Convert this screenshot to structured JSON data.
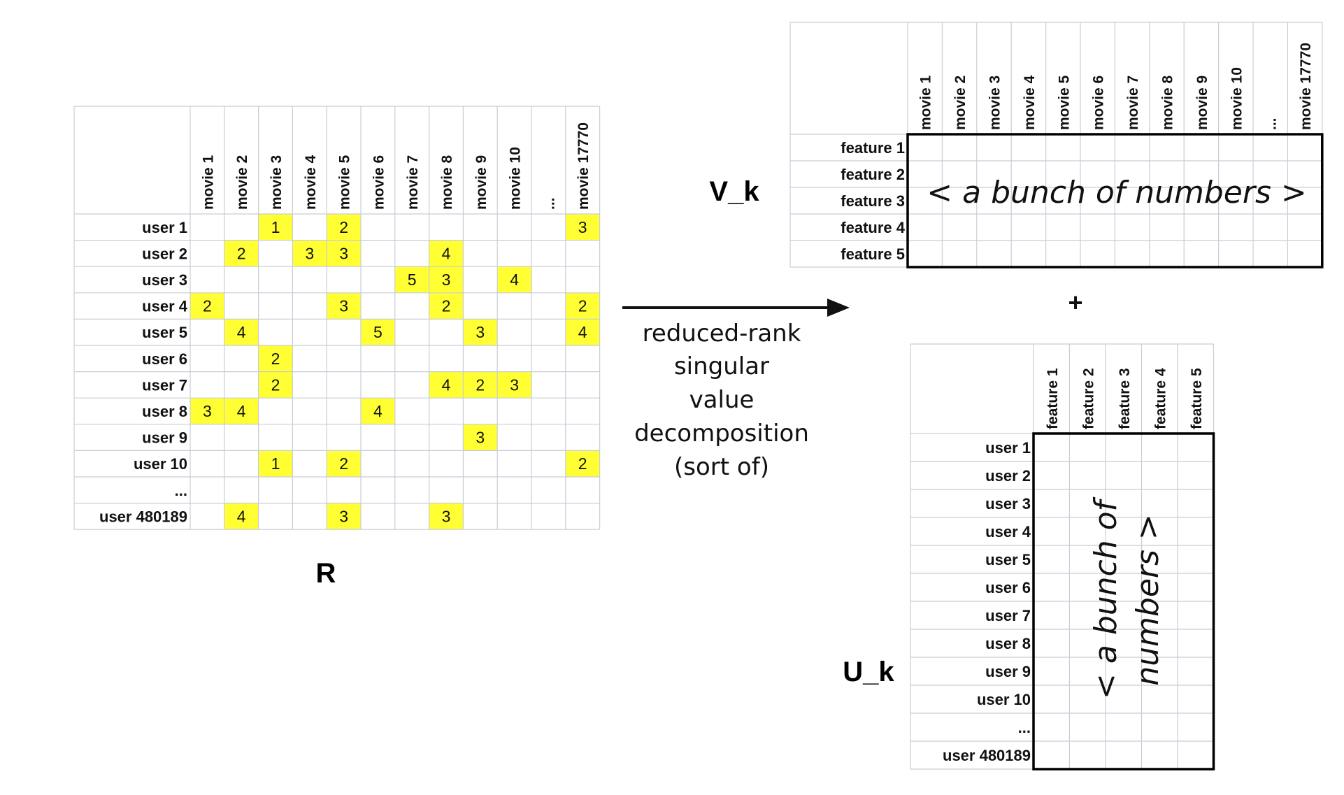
{
  "ratings_matrix": {
    "label": "R",
    "columns": [
      "movie 1",
      "movie 2",
      "movie 3",
      "movie 4",
      "movie 5",
      "movie 6",
      "movie 7",
      "movie 8",
      "movie 9",
      "movie 10",
      "...",
      "movie 17770"
    ],
    "rows": [
      "user 1",
      "user 2",
      "user 3",
      "user 4",
      "user 5",
      "user 6",
      "user 7",
      "user 8",
      "user 9",
      "user 10",
      "...",
      "user 480189"
    ],
    "highlight_color": "#ffff33",
    "cells": [
      [
        "",
        "",
        "1",
        "",
        "2",
        "",
        "",
        "",
        "",
        "",
        "",
        "3"
      ],
      [
        "",
        "2",
        "",
        "3",
        "3",
        "",
        "",
        "4",
        "",
        "",
        "",
        ""
      ],
      [
        "",
        "",
        "",
        "",
        "",
        "",
        "5",
        "3",
        "",
        "4",
        "",
        ""
      ],
      [
        "2",
        "",
        "",
        "",
        "3",
        "",
        "",
        "2",
        "",
        "",
        "",
        "2"
      ],
      [
        "",
        "4",
        "",
        "",
        "",
        "5",
        "",
        "",
        "3",
        "",
        "",
        "4"
      ],
      [
        "",
        "",
        "2",
        "",
        "",
        "",
        "",
        "",
        "",
        "",
        "",
        ""
      ],
      [
        "",
        "",
        "2",
        "",
        "",
        "",
        "",
        "4",
        "2",
        "3",
        "",
        ""
      ],
      [
        "3",
        "4",
        "",
        "",
        "",
        "4",
        "",
        "",
        "",
        "",
        "",
        ""
      ],
      [
        "",
        "",
        "",
        "",
        "",
        "",
        "",
        "",
        "3",
        "",
        "",
        ""
      ],
      [
        "",
        "",
        "1",
        "",
        "2",
        "",
        "",
        "",
        "",
        "",
        "",
        "2"
      ],
      [
        "",
        "",
        "",
        "",
        "",
        "",
        "",
        "",
        "",
        "",
        "",
        ""
      ],
      [
        "",
        "4",
        "",
        "",
        "3",
        "",
        "",
        "3",
        "",
        "",
        "",
        ""
      ]
    ]
  },
  "arrow_caption": [
    "reduced-rank",
    "singular",
    "value",
    "decomposition",
    "(sort of)"
  ],
  "v_matrix": {
    "label": "V_k",
    "columns": [
      "movie 1",
      "movie 2",
      "movie 3",
      "movie 4",
      "movie 5",
      "movie 6",
      "movie 7",
      "movie 8",
      "movie 9",
      "movie 10",
      "...",
      "movie 17770"
    ],
    "rows": [
      "feature 1",
      "feature 2",
      "feature 3",
      "feature 4",
      "feature 5"
    ],
    "content_text": "< a bunch of numbers >"
  },
  "plus_sign": "+",
  "u_matrix": {
    "label": "U_k",
    "columns": [
      "feature 1",
      "feature 2",
      "feature 3",
      "feature 4",
      "feature 5"
    ],
    "rows": [
      "user 1",
      "user 2",
      "user 3",
      "user 4",
      "user 5",
      "user 6",
      "user 7",
      "user 8",
      "user 9",
      "user 10",
      "...",
      "user 480189"
    ],
    "content_line1": "< a bunch of",
    "content_line2": "numbers >"
  }
}
